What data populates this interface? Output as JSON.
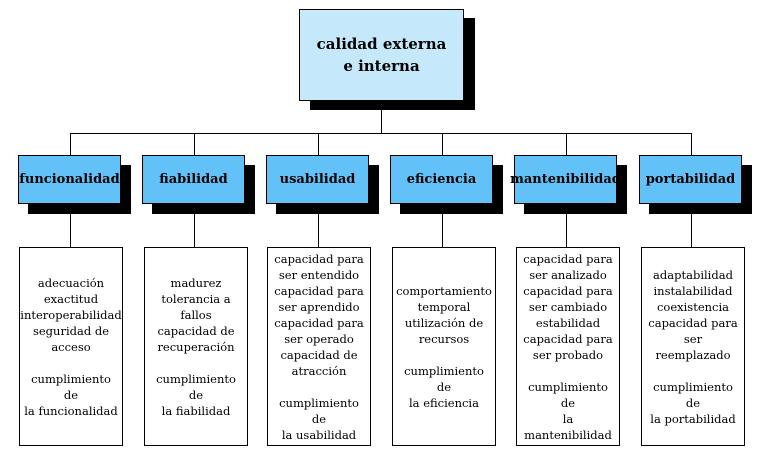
{
  "root": {
    "line1": "calidad externa",
    "line2": "e interna"
  },
  "categories": [
    {
      "name": "funcionalidad",
      "details": [
        "adecuación",
        "exactitud",
        "interoperabilidad",
        "seguridad de",
        "acceso"
      ],
      "compliance": [
        "cumplimiento de",
        "la funcionalidad"
      ]
    },
    {
      "name": "fiabilidad",
      "details": [
        "madurez",
        "tolerancia a",
        "fallos",
        "capacidad de",
        "recuperación"
      ],
      "compliance": [
        "cumplimiento de",
        "la fiabilidad"
      ]
    },
    {
      "name": "usabilidad",
      "details": [
        "capacidad para",
        "ser entendido",
        "capacidad para",
        "ser aprendido",
        "capacidad para",
        "ser operado",
        "capacidad de",
        "atracción"
      ],
      "compliance": [
        "cumplimiento de",
        "la usabilidad"
      ]
    },
    {
      "name": "eficiencia",
      "details": [
        "comportamiento",
        "temporal",
        "utilización de",
        "recursos"
      ],
      "compliance": [
        "cumplimiento de",
        "la eficiencia"
      ]
    },
    {
      "name": "mantenibilidad",
      "details": [
        "capacidad para",
        "ser analizado",
        "capacidad para",
        "ser cambiado",
        "estabilidad",
        "capacidad para",
        "ser probado"
      ],
      "compliance": [
        "cumplimiento de",
        "la mantenibilidad"
      ]
    },
    {
      "name": "portabilidad",
      "details": [
        "adaptabilidad",
        "instalabilidad",
        "coexistencia",
        "capacidad para",
        "ser reemplazado"
      ],
      "compliance": [
        "cumplimiento de",
        "la portabilidad"
      ]
    }
  ]
}
